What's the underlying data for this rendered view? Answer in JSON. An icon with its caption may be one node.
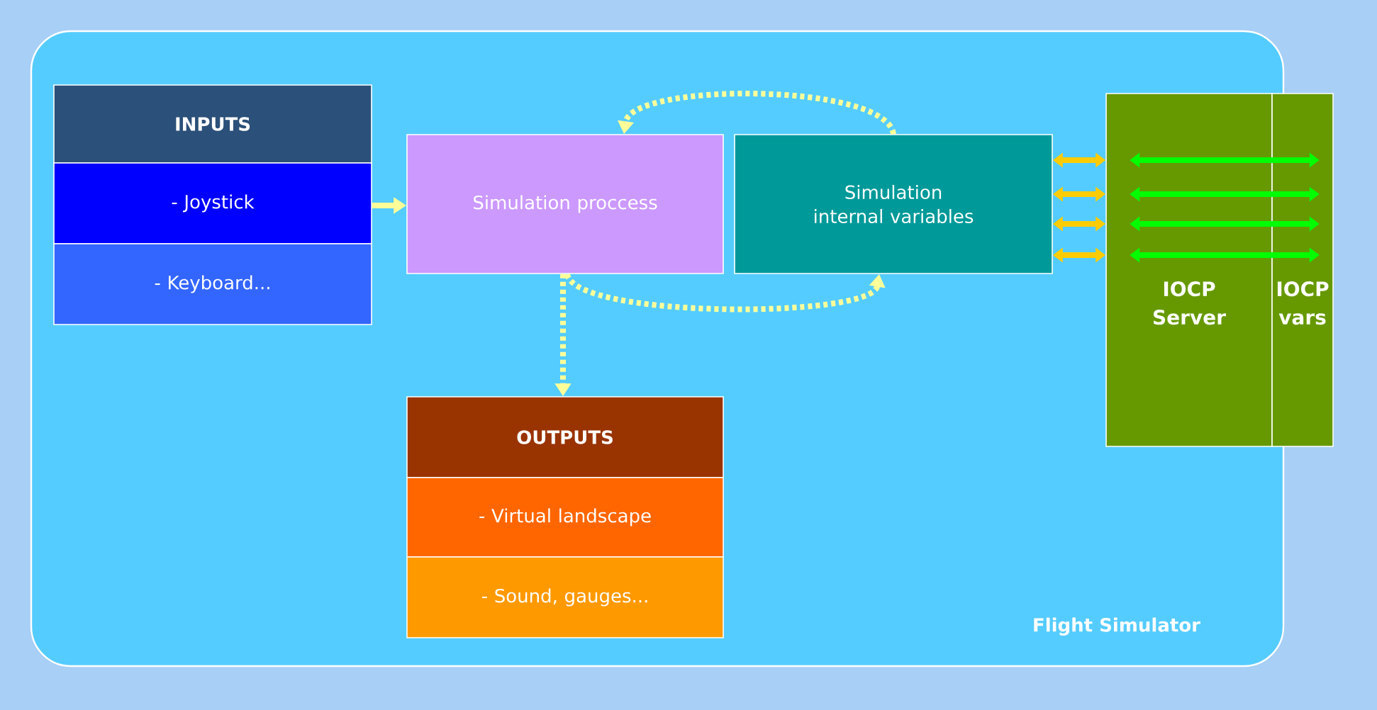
{
  "diagram": {
    "nodes": [
      {
        "text": [
          "Flight Simulator"
        ]
      },
      {
        "text": [
          "INPUTS"
        ],
        "in": 0
      },
      {
        "text": [
          "- Joystick"
        ],
        "in": 0
      },
      {
        "text": [
          "- Keyboard..."
        ],
        "in": 0
      },
      {
        "text": [
          "Simulation proccess"
        ],
        "in": 0
      },
      {
        "text": [
          "Simulation internal variables"
        ],
        "in": 0
      },
      {
        "text": [
          "OUTPUTS"
        ],
        "in": 0
      },
      {
        "text": [
          "- Virtual landscape"
        ],
        "in": 0
      },
      {
        "text": [
          "- Sound, gauges..."
        ],
        "in": 0
      },
      {
        "text": [
          "IOCP Server"
        ],
        "in": 0
      },
      {
        "text": [
          "IOCP vars"
        ]
      }
    ],
    "edges": [
      {
        "from": 2,
        "to": 4,
        "arrow": "to",
        "color": "#ffff99"
      },
      {
        "from": 5,
        "to": 4,
        "arrow": "to",
        "style": "dashed",
        "color": "#ffff99"
      },
      {
        "from": 4,
        "to": 5,
        "arrow": "to",
        "style": "dashed",
        "color": "#ffff99"
      },
      {
        "from": 4,
        "to": 6,
        "arrow": "to",
        "style": "dashed",
        "color": "#ffff99"
      },
      {
        "from": 5,
        "to": 9,
        "arrow": "both",
        "color": "#ffcc00"
      },
      {
        "from": 5,
        "to": 9,
        "arrow": "both",
        "color": "#ffcc00"
      },
      {
        "from": 5,
        "to": 9,
        "arrow": "both",
        "color": "#ffcc00"
      },
      {
        "from": 5,
        "to": 9,
        "arrow": "both",
        "color": "#ffcc00"
      },
      {
        "from": 9,
        "to": 10,
        "arrow": "both",
        "color": "#00ff00"
      },
      {
        "from": 9,
        "to": 10,
        "arrow": "both",
        "color": "#00ff00"
      },
      {
        "from": 9,
        "to": 10,
        "arrow": "both",
        "color": "#00ff00"
      },
      {
        "from": 9,
        "to": 10,
        "arrow": "both",
        "color": "#00ff00"
      }
    ]
  }
}
